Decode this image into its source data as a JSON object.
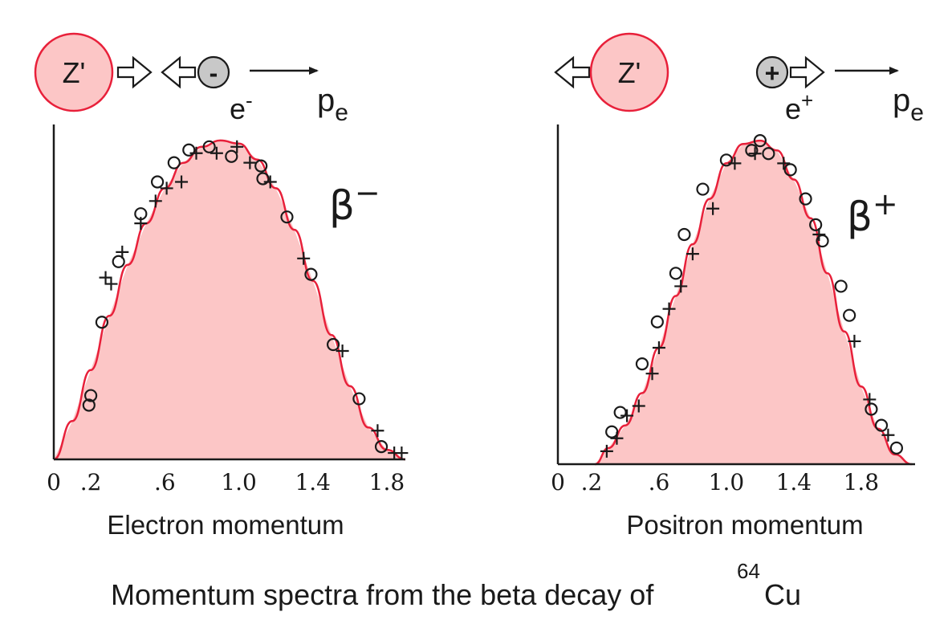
{
  "caption": {
    "text": "Momentum spectra from the beta decay of",
    "mass_number": "64",
    "element": "Cu"
  },
  "colors": {
    "fill": "#fcc6c6",
    "curve": "#e8203a",
    "nucleus_fill": "#fcc6c6",
    "nucleus_stroke": "#e8203a",
    "particle": "#c8c8c8",
    "ink": "#1a1a1a"
  },
  "chart_data": [
    {
      "type": "line",
      "panel": "beta-minus",
      "decay_label": "β",
      "decay_sign": "−",
      "xlabel": "Electron momentum",
      "ylabel": "",
      "xlim": [
        0,
        1.9
      ],
      "ylim": [
        0,
        1.05
      ],
      "ticks": [
        {
          "v": 0,
          "t": "0"
        },
        {
          "v": 0.2,
          "t": ".2"
        },
        {
          "v": 0.6,
          "t": ".6"
        },
        {
          "v": 1.0,
          "t": "1.0"
        },
        {
          "v": 1.4,
          "t": "1.4"
        },
        {
          "v": 1.8,
          "t": "1.8"
        }
      ],
      "diagram": {
        "nucleus": "Z'",
        "particle_sign": "-",
        "particle_label": "e",
        "particle_charge": "-",
        "momentum_label": "p",
        "momentum_sub": "e"
      },
      "curve": {
        "x": [
          0,
          0.1,
          0.2,
          0.3,
          0.4,
          0.5,
          0.6,
          0.7,
          0.8,
          0.9,
          1.0,
          1.1,
          1.2,
          1.3,
          1.4,
          1.5,
          1.6,
          1.7,
          1.8,
          1.9
        ],
        "y": [
          0,
          0.12,
          0.28,
          0.45,
          0.61,
          0.74,
          0.85,
          0.93,
          0.98,
          1.0,
          0.99,
          0.94,
          0.85,
          0.72,
          0.56,
          0.39,
          0.23,
          0.1,
          0.03,
          0.0
        ]
      },
      "series": [
        {
          "name": "",
          "marker": "circle",
          "x": [
            0.19,
            0.2,
            0.26,
            0.35,
            0.47,
            0.56,
            0.65,
            0.73,
            0.84,
            0.96,
            1.12,
            1.13,
            1.26,
            1.39,
            1.51,
            1.65,
            1.77
          ],
          "y": [
            0.17,
            0.2,
            0.43,
            0.62,
            0.77,
            0.87,
            0.93,
            0.97,
            0.98,
            0.95,
            0.92,
            0.88,
            0.76,
            0.58,
            0.36,
            0.19,
            0.04
          ]
        },
        {
          "name": "",
          "marker": "plus",
          "x": [
            0.28,
            0.31,
            0.37,
            0.47,
            0.55,
            0.61,
            0.69,
            0.77,
            0.88,
            0.99,
            1.06,
            1.17,
            1.35,
            1.56,
            1.75,
            1.84,
            1.88
          ],
          "y": [
            0.57,
            0.55,
            0.65,
            0.74,
            0.81,
            0.85,
            0.87,
            0.96,
            0.96,
            0.98,
            0.93,
            0.87,
            0.63,
            0.34,
            0.09,
            0.02,
            0.02
          ]
        }
      ]
    },
    {
      "type": "line",
      "panel": "beta-plus",
      "decay_label": "β",
      "decay_sign": "+",
      "xlabel": "Positron momentum",
      "ylabel": "",
      "xlim": [
        0,
        2.12
      ],
      "ylim": [
        0,
        1.05
      ],
      "ticks": [
        {
          "v": 0,
          "t": "0"
        },
        {
          "v": 0.2,
          "t": ".2"
        },
        {
          "v": 0.6,
          "t": ".6"
        },
        {
          "v": 1.0,
          "t": "1.0"
        },
        {
          "v": 1.4,
          "t": "1.4"
        },
        {
          "v": 1.8,
          "t": "1.8"
        }
      ],
      "diagram": {
        "nucleus": "Z'",
        "particle_sign": "+",
        "particle_label": "e",
        "particle_charge": "+",
        "momentum_label": "p",
        "momentum_sub": "e"
      },
      "curve": {
        "x": [
          0.22,
          0.3,
          0.4,
          0.5,
          0.6,
          0.7,
          0.8,
          0.9,
          1.0,
          1.1,
          1.2,
          1.3,
          1.4,
          1.5,
          1.6,
          1.7,
          1.8,
          1.9,
          2.0,
          2.1
        ],
        "y": [
          0.0,
          0.05,
          0.12,
          0.22,
          0.36,
          0.52,
          0.68,
          0.82,
          0.93,
          0.99,
          1.0,
          0.97,
          0.88,
          0.76,
          0.59,
          0.41,
          0.24,
          0.11,
          0.03,
          0.0
        ]
      },
      "series": [
        {
          "name": "",
          "marker": "circle",
          "x": [
            0.32,
            0.37,
            0.5,
            0.59,
            0.7,
            0.75,
            0.86,
            1.0,
            1.15,
            1.2,
            1.25,
            1.38,
            1.47,
            1.53,
            1.57,
            1.68,
            1.73,
            1.86,
            1.92,
            2.01
          ],
          "y": [
            0.1,
            0.16,
            0.31,
            0.44,
            0.59,
            0.71,
            0.85,
            0.94,
            0.97,
            1.0,
            0.96,
            0.91,
            0.82,
            0.74,
            0.69,
            0.55,
            0.46,
            0.17,
            0.12,
            0.05
          ]
        },
        {
          "name": "",
          "marker": "plus",
          "x": [
            0.29,
            0.35,
            0.41,
            0.48,
            0.56,
            0.6,
            0.66,
            0.73,
            0.8,
            0.92,
            1.05,
            1.17,
            1.34,
            1.55,
            1.76,
            1.85,
            1.96
          ],
          "y": [
            0.04,
            0.08,
            0.15,
            0.18,
            0.28,
            0.36,
            0.48,
            0.55,
            0.65,
            0.79,
            0.93,
            0.96,
            0.93,
            0.71,
            0.38,
            0.2,
            0.09
          ]
        }
      ]
    }
  ]
}
